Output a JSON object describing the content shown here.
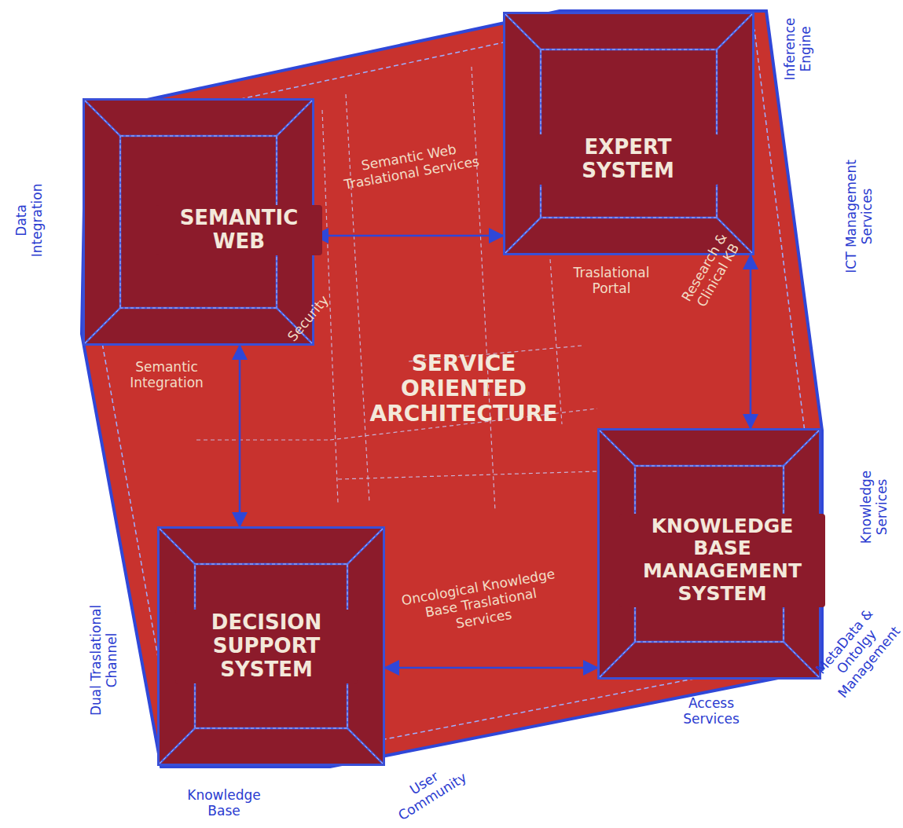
{
  "diagram": {
    "nodes": [
      {
        "text": [
          "SERVICE ORIENTED ARCHITECTURE"
        ]
      },
      {
        "text": [
          "SEMANTIC WEB"
        ],
        "in": 0
      },
      {
        "text": [
          "EXPERT SYSTEM"
        ],
        "in": 0
      },
      {
        "text": [
          "DECISION SUPPORT SYSTEM"
        ],
        "in": 0
      },
      {
        "text": [
          "KNOWLEDGE BASE MANAGEMENT SYSTEM"
        ],
        "in": 0
      }
    ],
    "edges": [
      {
        "from": 1,
        "to": 2,
        "arrow": "both"
      },
      {
        "from": 1,
        "to": 3,
        "arrow": "both"
      },
      {
        "from": 2,
        "to": 4,
        "arrow": "both"
      },
      {
        "from": 3,
        "to": 4,
        "arrow": "both"
      }
    ],
    "labels": [
      "Data Integration",
      "Inference Engine",
      "ICT Management Services",
      "Knowledge Services",
      "MetaData & Ontolgy Management",
      "Access Services",
      "User Community",
      "Knowledge Base",
      "Dual Traslational Channel",
      "Semantic Web Traslational Services",
      "Traslational Portal",
      "Research & Clinical KB",
      "Security",
      "Semantic Integration",
      "Oncological Knowledge Base Traslational Services"
    ]
  }
}
